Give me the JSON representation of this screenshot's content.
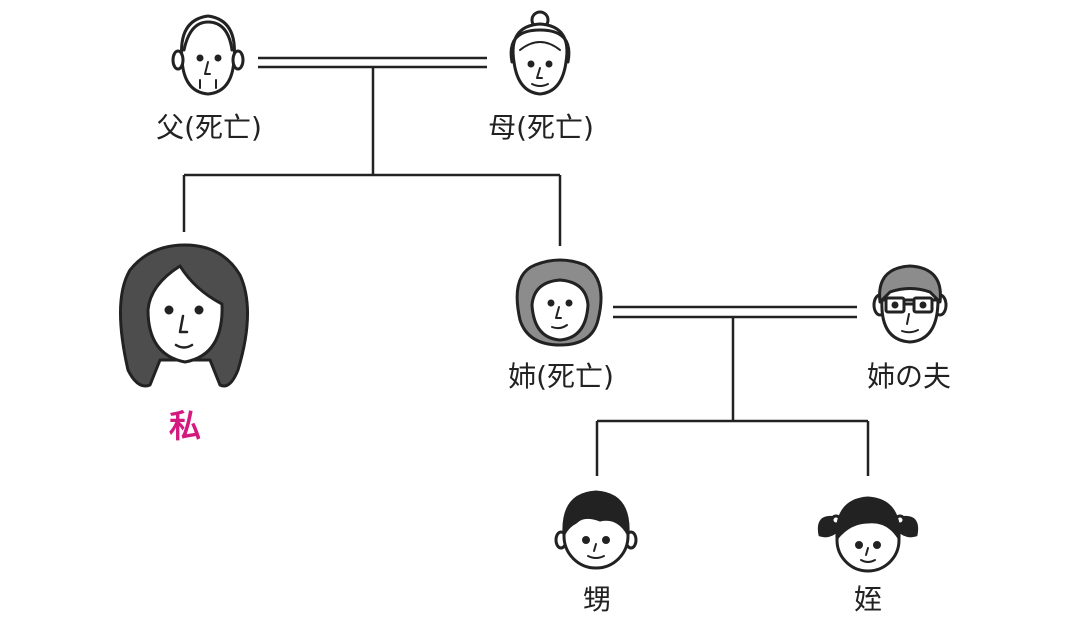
{
  "colors": {
    "line": "#222222",
    "hair_dark": "#4d4d4d",
    "hair_gray": "#8c8c8c",
    "me_label": "#d4197f"
  },
  "people": {
    "father": {
      "label": "父(死亡)"
    },
    "mother": {
      "label": "母(死亡)"
    },
    "me": {
      "label": "私"
    },
    "sister": {
      "label": "姉(死亡)"
    },
    "sister_husband": {
      "label": "姉の夫"
    },
    "nephew": {
      "label": "甥"
    },
    "niece": {
      "label": "姪"
    }
  }
}
